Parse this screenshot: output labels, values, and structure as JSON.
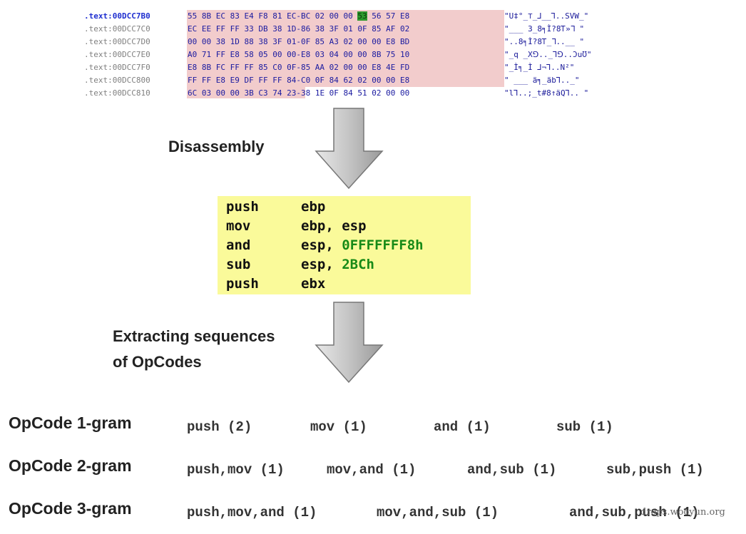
{
  "hexdump": {
    "lines": [
      {
        "addr": ".text:00DCC7B0",
        "bytes_hl": "55 8B EC 83 E4 F8 81 EC-BC 02 00 00 ",
        "bytes_sel": "53",
        "bytes_rest": " 56 57 E8",
        "ascii": "\"U‡°_⊤_⅃__⅂..SVW_\""
      },
      {
        "addr": ".text:00DCC7C0",
        "bytes_hl": "EC EE FF FF 33 DB 38 1D-86 38 3F 01 0F 85 AF 02",
        "bytes_sel": "",
        "bytes_rest": "",
        "ascii": "\"___ 3_8╕Ì?8Ꭲ»⅂ \""
      },
      {
        "addr": ".text:00DCC7D0",
        "bytes_hl": "00 00 38 1D 88 38 3F 01-0F 85 A3 02 00 00 E8 BD",
        "bytes_sel": "",
        "bytes_rest": "",
        "ascii": "\"..8╕Ì?8Ꭲ_⅂..__ \""
      },
      {
        "addr": ".text:00DCC7E0",
        "bytes_hl": "A0 71 FF E8 58 05 00 00-E8 03 04 00 00 8B 75 10",
        "bytes_sel": "",
        "bytes_rest": "",
        "ascii": "\"_q _X⅁.._⅂⅁..ƆuƱ\""
      },
      {
        "addr": ".text:00DCC7F0",
        "bytes_hl": "E8 8B FC FF FF 85 C0 0F-85 AA 02 00 00 E8 4E FD",
        "bytes_sel": "",
        "bytes_rest": "",
        "ascii": "\"_Ì╕_Ì  ⅃¬⅂..N²\""
      },
      {
        "addr": ".text:00DCC800",
        "bytes_hl": "FF FF E8 E9 DF FF FF 84-C0 0F 84 62 02 00 00 E8",
        "bytes_sel": "",
        "bytes_rest": "",
        "ascii": "\" ___  ä╕_äb⅂.._\""
      },
      {
        "addr": ".text:00DCC810",
        "bytes_hl": "6C 03 00 00 3B C3",
        "bytes_sel": "",
        "bytes_rest": " 74 23-38 1E 0F 84 51 02 00 00",
        "ascii": "\"l⅂..;_t#8↑äQ⅂.. \""
      }
    ]
  },
  "step1_label": "Disassembly",
  "asm": [
    {
      "op": "push",
      "args": "ebp",
      "num": ""
    },
    {
      "op": "mov",
      "args": "ebp, esp",
      "num": ""
    },
    {
      "op": "and",
      "args": "esp, ",
      "num": "0FFFFFFF8h"
    },
    {
      "op": "sub",
      "args": "esp, ",
      "num": "2BCh"
    },
    {
      "op": "push",
      "args": "ebx",
      "num": ""
    }
  ],
  "step2_label_line1": "Extracting sequences",
  "step2_label_line2": "of OpCodes",
  "ngrams": [
    {
      "title": "OpCode 1-gram",
      "items": [
        "push (2)",
        "mov (1)",
        "and (1)",
        "sub (1)"
      ]
    },
    {
      "title": "OpCode 2-gram",
      "items": [
        "push,mov (1)",
        "mov,and (1)",
        "and,sub (1)",
        "sub,push (1)"
      ]
    },
    {
      "title": "OpCode 3-gram",
      "items": [
        "push,mov,and (1)",
        "mov,and,sub (1)",
        "and,sub,push (1)"
      ]
    }
  ],
  "watermark": "drops.wooyun.org",
  "colors": {
    "asm_bg": "#fafa9a",
    "hex_bg": "#f2cccc",
    "number_green": "#178a17",
    "address_blue": "#1f2fd0"
  }
}
